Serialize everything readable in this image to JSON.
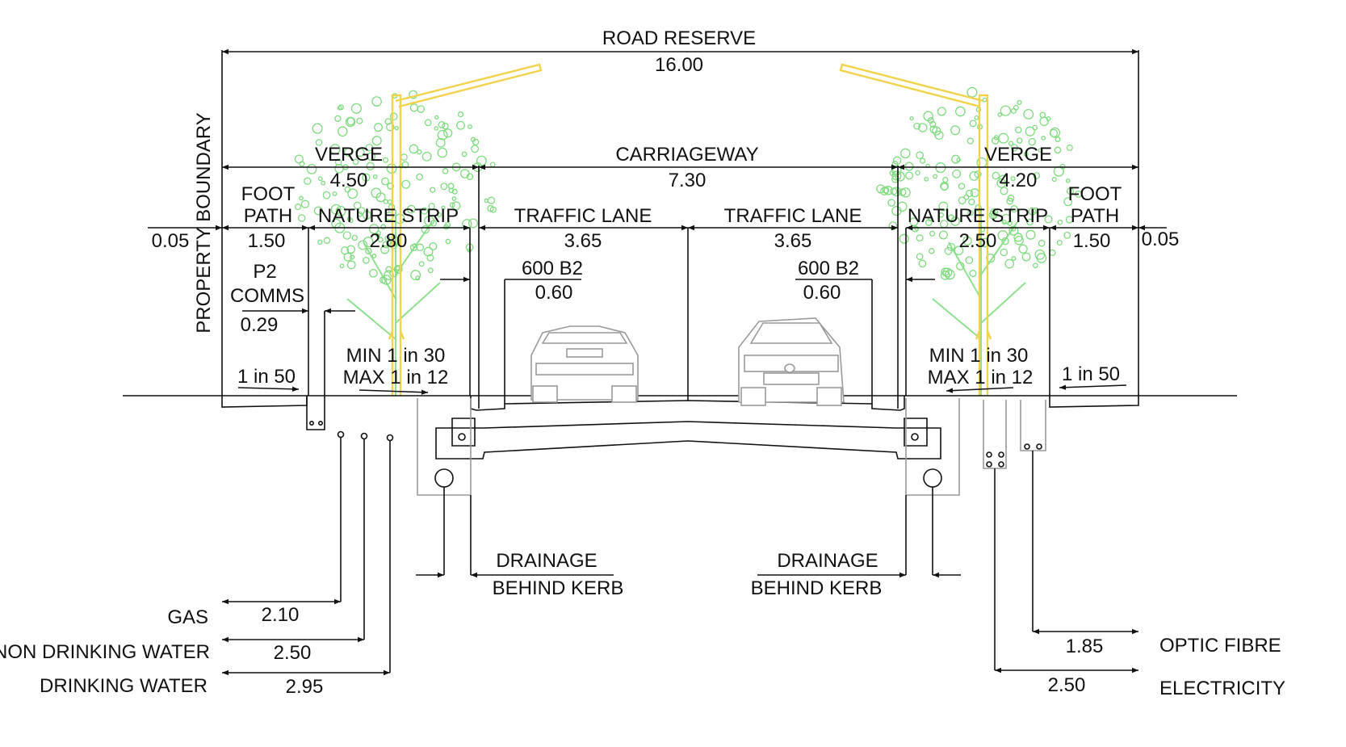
{
  "diagram": {
    "road_reserve": {
      "label": "ROAD RESERVE",
      "value": "16.00"
    },
    "property_boundary": "PROPERTY BOUNDARY",
    "verge_left": {
      "label": "VERGE",
      "value": "4.50"
    },
    "carriageway": {
      "label": "CARRIAGEWAY",
      "value": "7.30"
    },
    "verge_right": {
      "label": "VERGE",
      "value": "4.20"
    },
    "footpath_left": {
      "label_1": "FOOT",
      "label_2": "PATH",
      "value": "1.50"
    },
    "nature_strip_left": {
      "label": "NATURE STRIP",
      "value": "2.80"
    },
    "traffic_lane_left": {
      "label": "TRAFFIC LANE",
      "value": "3.65"
    },
    "traffic_lane_right": {
      "label": "TRAFFIC LANE",
      "value": "3.65"
    },
    "nature_strip_right": {
      "label": "NATURE STRIP",
      "value": "2.50"
    },
    "footpath_right": {
      "label_1": "FOOT",
      "label_2": "PATH",
      "value": "1.50"
    },
    "offset_left": "0.05",
    "offset_right": "0.05",
    "comms": {
      "label_1": "P2",
      "label_2": "COMMS",
      "value": "0.29"
    },
    "kerb_left": {
      "label": "600 B2",
      "value": "0.60"
    },
    "kerb_right": {
      "label": "600 B2",
      "value": "0.60"
    },
    "slope_footpath_left": "1 in 50",
    "slope_footpath_right": "1 in 50",
    "slope_nature_left": {
      "min": "MIN 1 in 30",
      "max": "MAX 1 in 12"
    },
    "slope_nature_right": {
      "min": "MIN 1 in 30",
      "max": "MAX 1 in 12"
    },
    "drainage_left": {
      "label_1": "DRAINAGE",
      "label_2": "BEHIND KERB"
    },
    "drainage_right": {
      "label_1": "DRAINAGE",
      "label_2": "BEHIND KERB"
    },
    "services_left": [
      {
        "name": "GAS",
        "value": "2.10"
      },
      {
        "name": "NON DRINKING WATER",
        "value": "2.50"
      },
      {
        "name": "DRINKING WATER",
        "value": "2.95"
      }
    ],
    "services_right": [
      {
        "name": "OPTIC FIBRE",
        "value": "1.85"
      },
      {
        "name": "ELECTRICITY",
        "value": "2.50"
      }
    ],
    "colors": {
      "tree": "#7fdc7f",
      "lamp": "#f2d24a",
      "ink": "#111111",
      "grey": "#9a9a9a"
    }
  }
}
